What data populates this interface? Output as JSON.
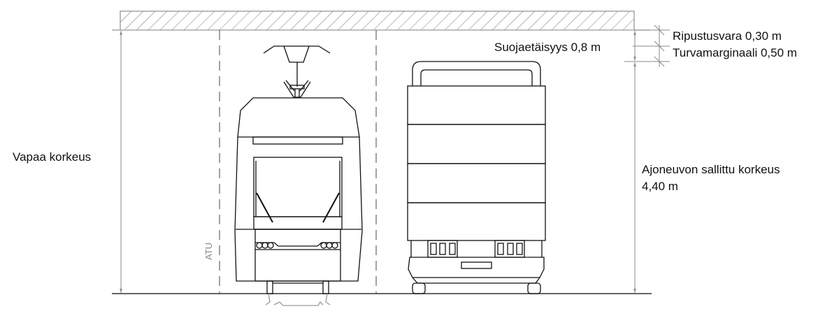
{
  "labels": {
    "free_height": "Vapaa korkeus",
    "protective_distance": "Suojaetäisyys 0,8 m",
    "suspension_margin": "Ripustusvara 0,30 m",
    "safety_margin": "Turvamarginaali 0,50 m",
    "vehicle_height_line1": "Ajoneuvon sallittu korkeus",
    "vehicle_height_line2": "4,40 m",
    "atu": "ATU"
  }
}
